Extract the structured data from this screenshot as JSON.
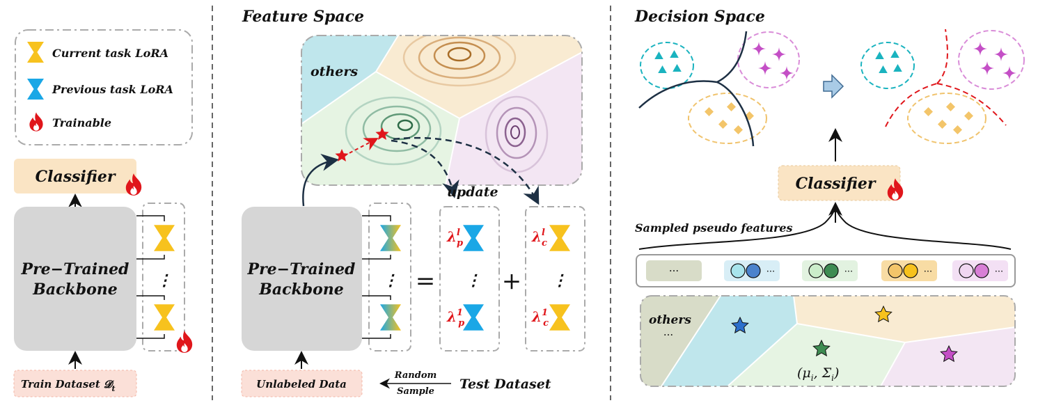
{
  "legend": {
    "current_task": "Current task LoRA",
    "previous_task": "Previous task LoRA",
    "trainable": "Trainable"
  },
  "left": {
    "classifier": "Classifier",
    "backbone_line1": "Pre−Trained",
    "backbone_line2": "Backbone",
    "dataset": "Train Dataset 𝓓",
    "dataset_sub": "t",
    "ellipsis": "⋮"
  },
  "middle": {
    "title": "Feature Space",
    "others": "others",
    "update": "update",
    "backbone_line1": "Pre−Trained",
    "backbone_line2": "Backbone",
    "unlabeled": "Unlabeled Data",
    "random": "Random",
    "sample": "Sample",
    "test_dataset": "Test Dataset",
    "equals": "=",
    "plus": "+",
    "lambda": "λ",
    "p": "p",
    "c": "c",
    "sup_l": "l",
    "sup_1": "1",
    "ellipsis": "⋮"
  },
  "right": {
    "title": "Decision Space",
    "classifier": "Classifier",
    "sampled": "Sampled pseudo features",
    "dots": "···",
    "others": "others",
    "others_dots": "···",
    "mu_sigma": "(μ",
    "mu_sub": "i",
    "sigma": ", Σ",
    "sigma_sub": "i",
    "close_paren": ")"
  },
  "colors": {
    "yellow": "#f7c21e",
    "blue": "#1aa7e6",
    "red": "#e0161b",
    "classifier_bg": "#fae4c4",
    "dataset_bg": "#fbe0d8",
    "backbone_bg": "#d6d6d6",
    "teal_region": "#bfe6ec",
    "peach_region": "#f9ebd2",
    "green_region": "#e6f4e3",
    "purple_region": "#f3e6f3",
    "olive_region": "#d8dcc8"
  }
}
